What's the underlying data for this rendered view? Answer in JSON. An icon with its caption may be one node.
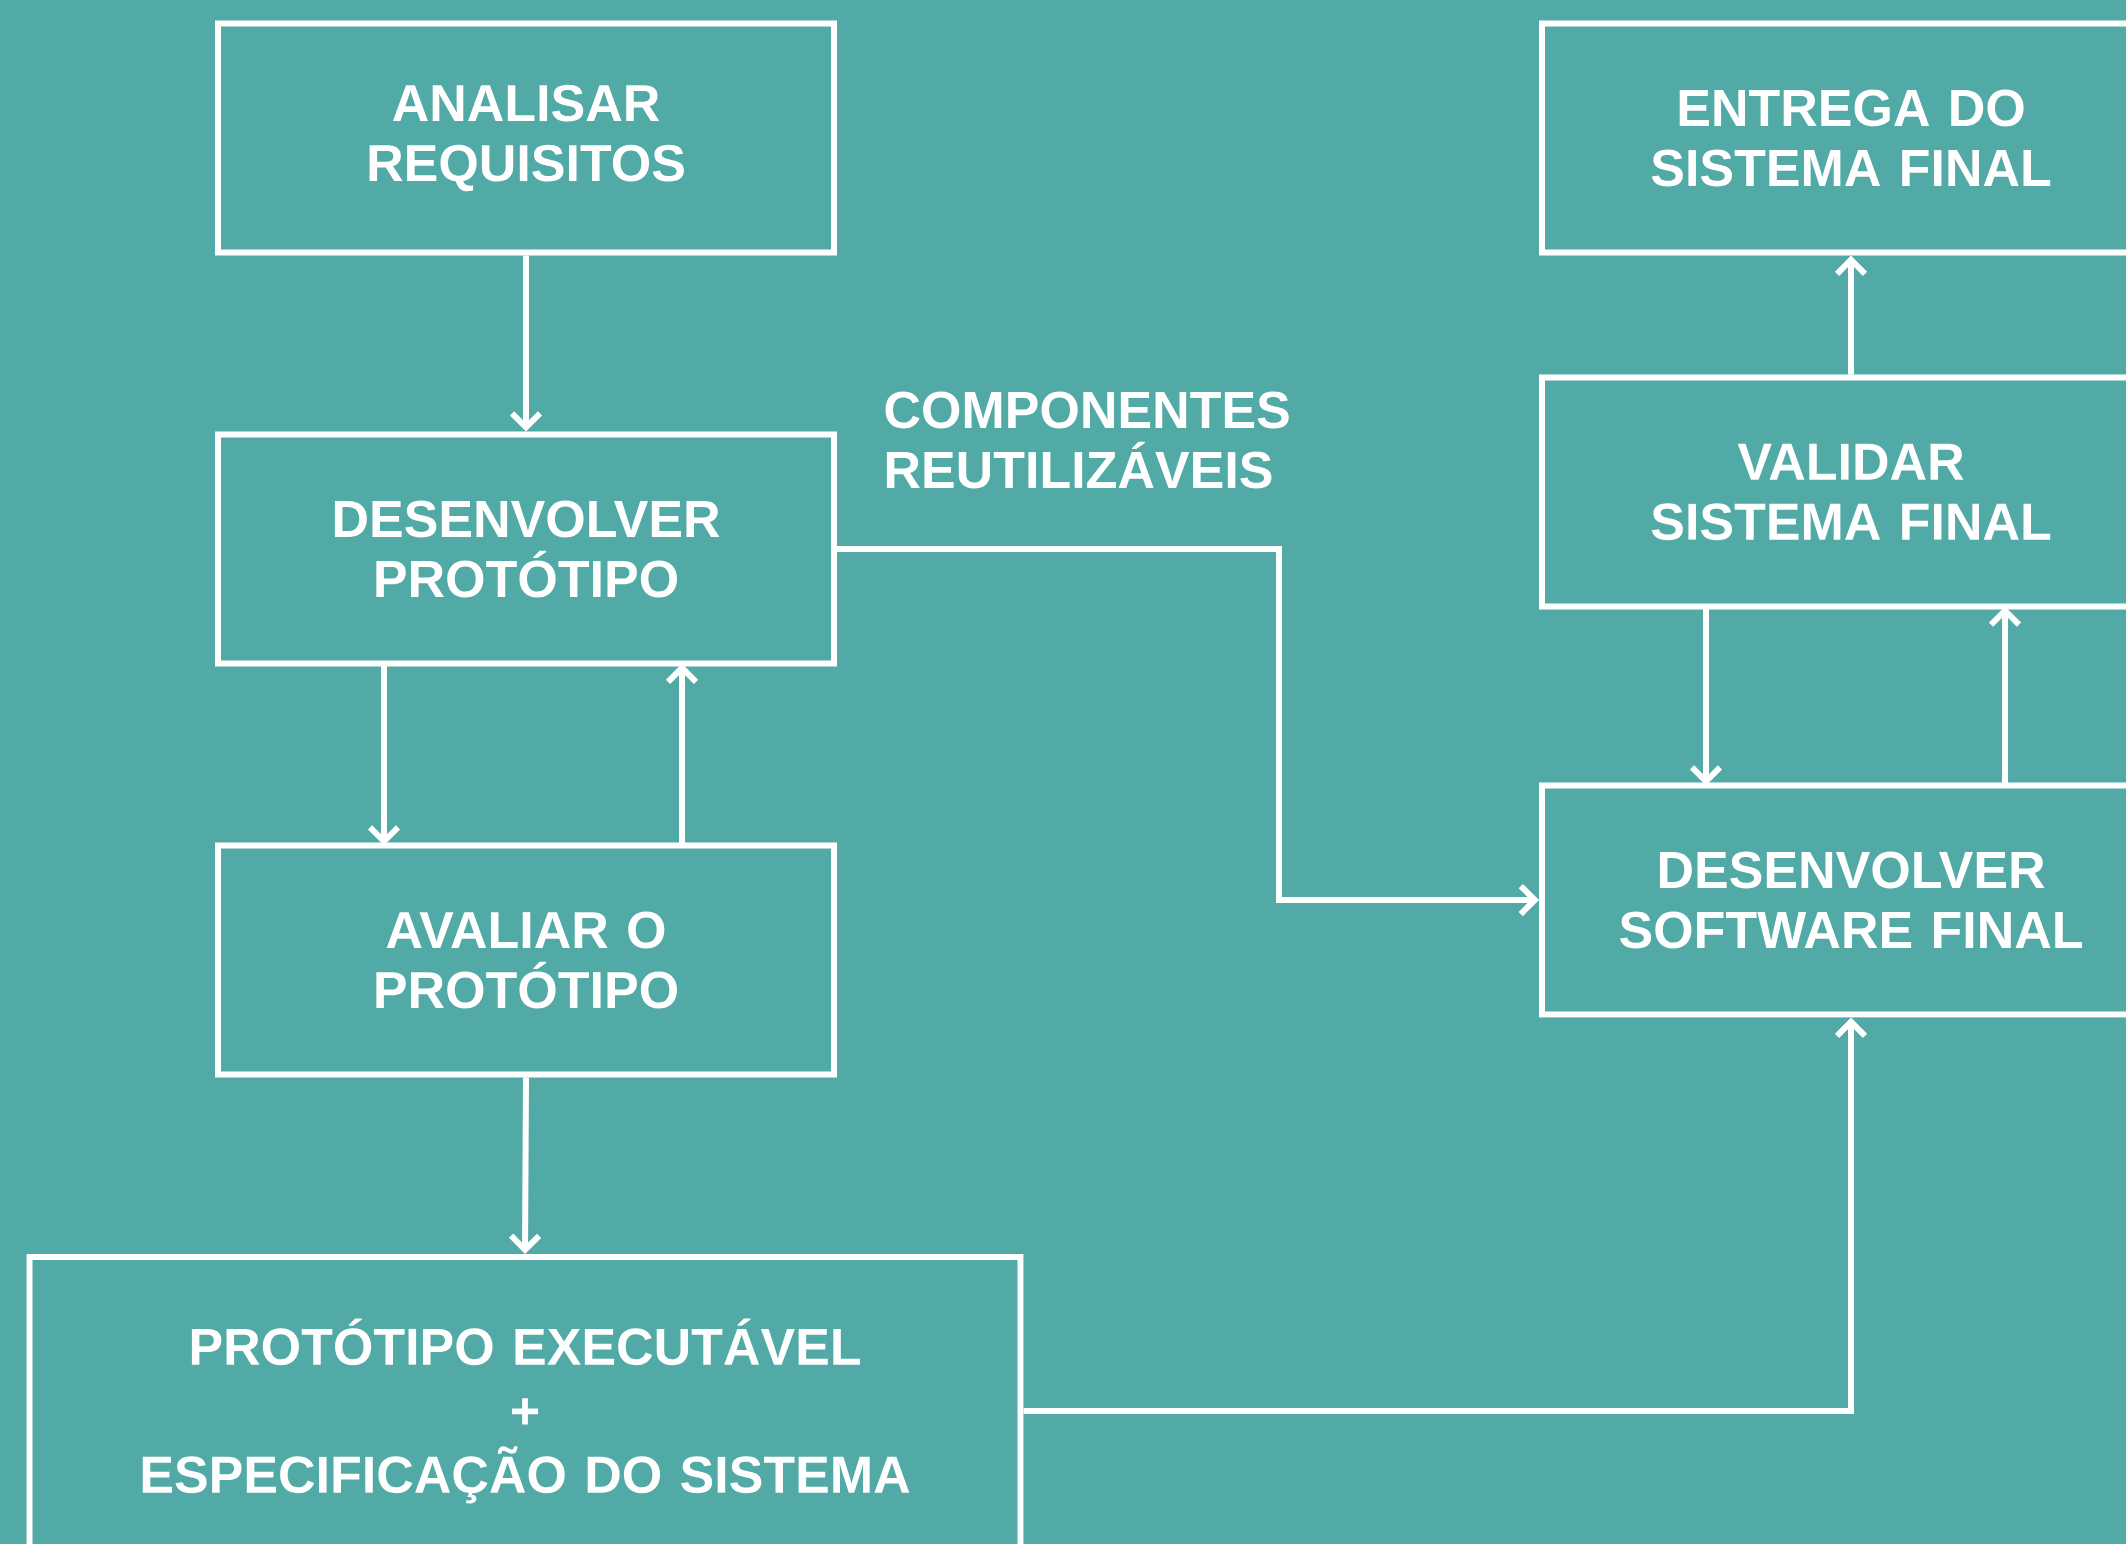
{
  "diagram": {
    "nodes": [
      {
        "text": [
          "ANALISAR REQUISITOS"
        ]
      },
      {
        "text": [
          "DESENVOLVER PROTÓTIPO"
        ]
      },
      {
        "text": [
          "AVALIAR O PROTÓTIPO"
        ]
      },
      {
        "text": [
          "PROTÓTIPO EXECUTÁVEL",
          "+",
          "ESPECIFICAÇÃO DO SISTEMA"
        ]
      },
      {
        "text": [
          "ENTREGA DO SISTEMA FINAL"
        ]
      },
      {
        "text": [
          "VALIDAR SISTEMA FINAL"
        ]
      },
      {
        "text": [
          "DESENVOLVER SOFTWARE FINAL"
        ]
      }
    ],
    "edges": [
      {
        "from": 0,
        "to": 1,
        "arrow": "to"
      },
      {
        "from": 1,
        "to": 2,
        "arrow": "to"
      },
      {
        "from": 2,
        "to": 1,
        "arrow": "to"
      },
      {
        "from": 2,
        "to": 3,
        "arrow": "to"
      },
      {
        "from": 1,
        "to": 6,
        "arrow": "to",
        "label": "COMPONENTES REUTILIZÁVEIS"
      },
      {
        "from": 3,
        "to": 6,
        "arrow": "to"
      },
      {
        "from": 6,
        "to": 5,
        "arrow": "to"
      },
      {
        "from": 5,
        "to": 6,
        "arrow": "to"
      },
      {
        "from": 5,
        "to": 4,
        "arrow": "to"
      }
    ]
  }
}
